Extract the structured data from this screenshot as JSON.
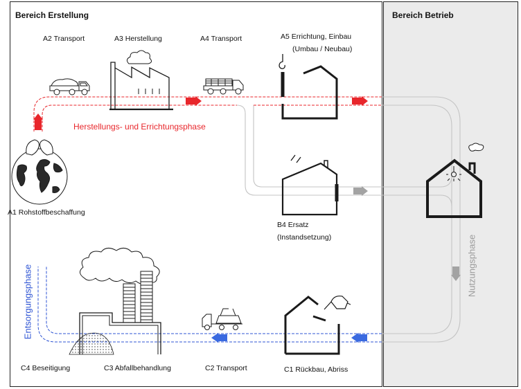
{
  "regions": {
    "creation": {
      "title": "Bereich Erstellung",
      "background": "#ffffff"
    },
    "operation": {
      "title": "Bereich Betrieb",
      "background": "#ebebeb"
    }
  },
  "phases": {
    "production": {
      "label": "Herstellungs- und Errichtungsphase",
      "color": "#e8262b"
    },
    "use": {
      "label": "Nutzungsphase",
      "color": "#9b9b9b",
      "line_color": "#c4c4c4",
      "arrow_color": "#a3a3a3"
    },
    "disposal": {
      "label": "Entsorgungsphase",
      "color": "#2f55d4",
      "arrow_color": "#3a6ae0"
    }
  },
  "stages": {
    "a1": {
      "label": "A1 Rohstoffbeschaffung",
      "icon": "globe-icon"
    },
    "a2": {
      "label": "A2 Transport",
      "icon": "truck-icon"
    },
    "a3": {
      "label": "A3 Herstellung",
      "icon": "factory-icon"
    },
    "a4": {
      "label": "A4 Transport",
      "icon": "flatbed-truck-icon"
    },
    "a5": {
      "label": "A5 Errichtung, Einbau",
      "sublabel": "(Umbau / Neubau)",
      "icon": "house-crane-icon"
    },
    "b4": {
      "label": "B4 Ersatz",
      "sublabel": "(Instandsetzung)",
      "icon": "house-solar-icon"
    },
    "b": {
      "icon": "house-in-use-icon"
    },
    "c1": {
      "label": "C1 Rückbau, Abriss",
      "icon": "house-demolition-icon"
    },
    "c2": {
      "label": "C2 Transport",
      "icon": "skip-truck-icon"
    },
    "c3": {
      "label": "C3 Abfallbehandlung",
      "icon": "incinerator-icon"
    },
    "c4": {
      "label": "C4 Beseitigung",
      "icon": "landfill-icon"
    }
  },
  "colors": {
    "ink": "#1a1a1a"
  }
}
